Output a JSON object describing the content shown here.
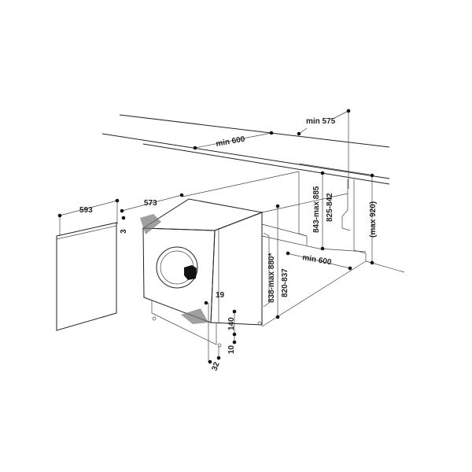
{
  "diagram": {
    "title": "Built-in washing machine installation dimensions",
    "dimensions": {
      "panel_width": "593",
      "machine_depth": "573",
      "gap": "3",
      "niche_width_top": "min 600",
      "niche_depth": "min 575",
      "worktop_height": "843-max 885",
      "worktop_range": "825-842",
      "max_height": "(max 920)",
      "niche_width_bottom": "min 600",
      "machine_height": "838-max 880*",
      "machine_height_range": "820-837",
      "plinth_offset": "19",
      "plinth_height": "140",
      "foot_height": "10",
      "foot_offset": "32"
    }
  }
}
